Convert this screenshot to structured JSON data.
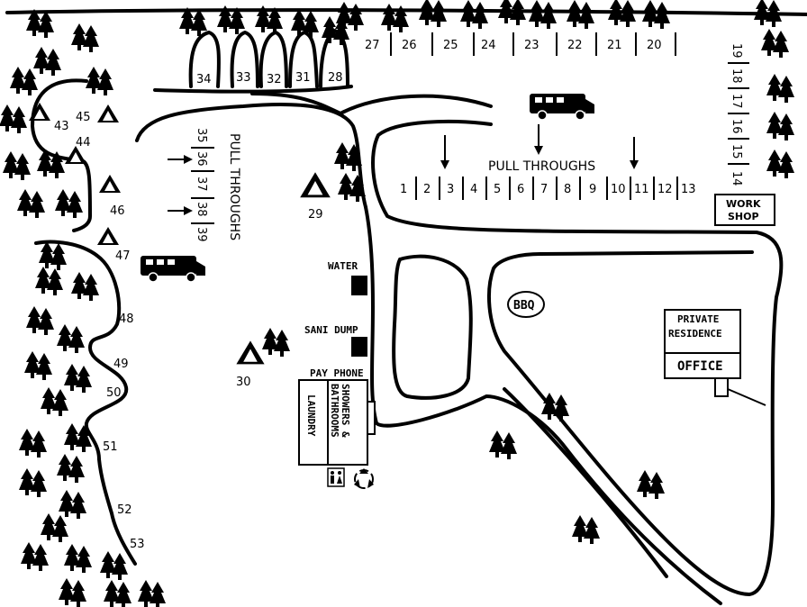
{
  "sites": {
    "row_top": [
      "27",
      "26",
      "25",
      "24",
      "23",
      "22",
      "21",
      "20"
    ],
    "right_col": [
      "19",
      "18",
      "17",
      "16",
      "15",
      "14"
    ],
    "pull_row": [
      "1",
      "2",
      "3",
      "4",
      "5",
      "6",
      "7",
      "8",
      "9",
      "10",
      "11",
      "12",
      "13"
    ],
    "top_loop": [
      "34",
      "33",
      "32",
      "31",
      "28"
    ],
    "pull_col": [
      "35",
      "36",
      "37",
      "38",
      "39"
    ],
    "left": [
      "43",
      "45",
      "44",
      "46",
      "47",
      "48",
      "49",
      "50",
      "51",
      "52",
      "53"
    ],
    "tent_sites": [
      "29",
      "30"
    ]
  },
  "labels": {
    "pull_throughs_h": "PULL THROUGHS",
    "pull_throughs_v": "PULL THROUGHS",
    "work_shop_1": "WORK",
    "work_shop_2": "SHOP",
    "water": "WATER",
    "sani_dump": "SANI DUMP",
    "pay_phone": "PAY PHONE",
    "laundry": "LAUNDRY",
    "showers_1": "SHOWERS &",
    "showers_2": "BATHROOMS",
    "bbq": "BBQ",
    "private_1": "PRIVATE",
    "private_2": "RESIDENCE",
    "office": "OFFICE"
  },
  "icons": {
    "trees": "pine-tree-icon",
    "tent": "tent-icon",
    "rv": "motorhome-icon",
    "restroom": "restroom-icon",
    "recycle": "recycle-icon"
  }
}
